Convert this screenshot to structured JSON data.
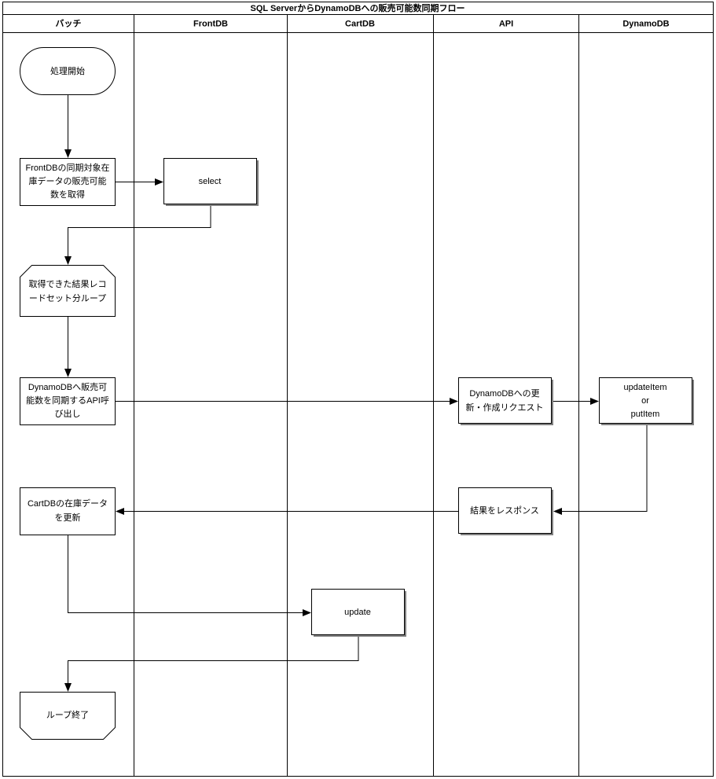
{
  "diagram": {
    "title": "SQL ServerからDynamoDBへの販売可能数同期フロー",
    "type": "swimlane-flowchart",
    "lanes": [
      {
        "id": "batch",
        "label": "バッチ"
      },
      {
        "id": "frontdb",
        "label": "FrontDB"
      },
      {
        "id": "cartdb",
        "label": "CartDB"
      },
      {
        "id": "api",
        "label": "API"
      },
      {
        "id": "dynamodb",
        "label": "DynamoDB"
      }
    ],
    "nodes": [
      {
        "id": "start",
        "lane": "batch",
        "shape": "stadium",
        "lines": [
          "処理開始"
        ]
      },
      {
        "id": "fetch-front",
        "lane": "batch",
        "shape": "rect",
        "lines": [
          "FrontDBの同期対象在",
          "庫データの販売可能",
          "数を取得"
        ]
      },
      {
        "id": "select",
        "lane": "frontdb",
        "shape": "rect",
        "lines": [
          "select"
        ]
      },
      {
        "id": "loop-start",
        "lane": "batch",
        "shape": "loop-start",
        "lines": [
          "取得できた結果レコ",
          "ードセット分ループ"
        ]
      },
      {
        "id": "call-api",
        "lane": "batch",
        "shape": "rect",
        "lines": [
          "DynamoDBへ販売可",
          "能数を同期するAPI呼",
          "び出し"
        ]
      },
      {
        "id": "dynamo-request",
        "lane": "api",
        "shape": "rect",
        "lines": [
          "DynamoDBへの更",
          "新・作成リクエスト"
        ]
      },
      {
        "id": "dynamo-write",
        "lane": "dynamodb",
        "shape": "rect",
        "lines": [
          "updateItem",
          "or",
          "putItem"
        ]
      },
      {
        "id": "response",
        "lane": "api",
        "shape": "rect",
        "lines": [
          "結果をレスポンス"
        ]
      },
      {
        "id": "update-cart",
        "lane": "batch",
        "shape": "rect",
        "lines": [
          "CartDBの在庫データ",
          "を更新"
        ]
      },
      {
        "id": "update",
        "lane": "cartdb",
        "shape": "rect",
        "lines": [
          "update"
        ]
      },
      {
        "id": "loop-end",
        "lane": "batch",
        "shape": "loop-end",
        "lines": [
          "ループ終了"
        ]
      }
    ],
    "edges": [
      {
        "from": "start",
        "to": "fetch-front"
      },
      {
        "from": "fetch-front",
        "to": "select"
      },
      {
        "from": "select",
        "to": "loop-start"
      },
      {
        "from": "loop-start",
        "to": "call-api"
      },
      {
        "from": "call-api",
        "to": "dynamo-request"
      },
      {
        "from": "dynamo-request",
        "to": "dynamo-write"
      },
      {
        "from": "dynamo-write",
        "to": "response"
      },
      {
        "from": "response",
        "to": "update-cart"
      },
      {
        "from": "update-cart",
        "to": "update"
      },
      {
        "from": "update",
        "to": "loop-end"
      }
    ],
    "colors": {
      "background": "#ffffff",
      "stroke": "#000000",
      "shadow": "#808080",
      "text": "#000000"
    }
  }
}
